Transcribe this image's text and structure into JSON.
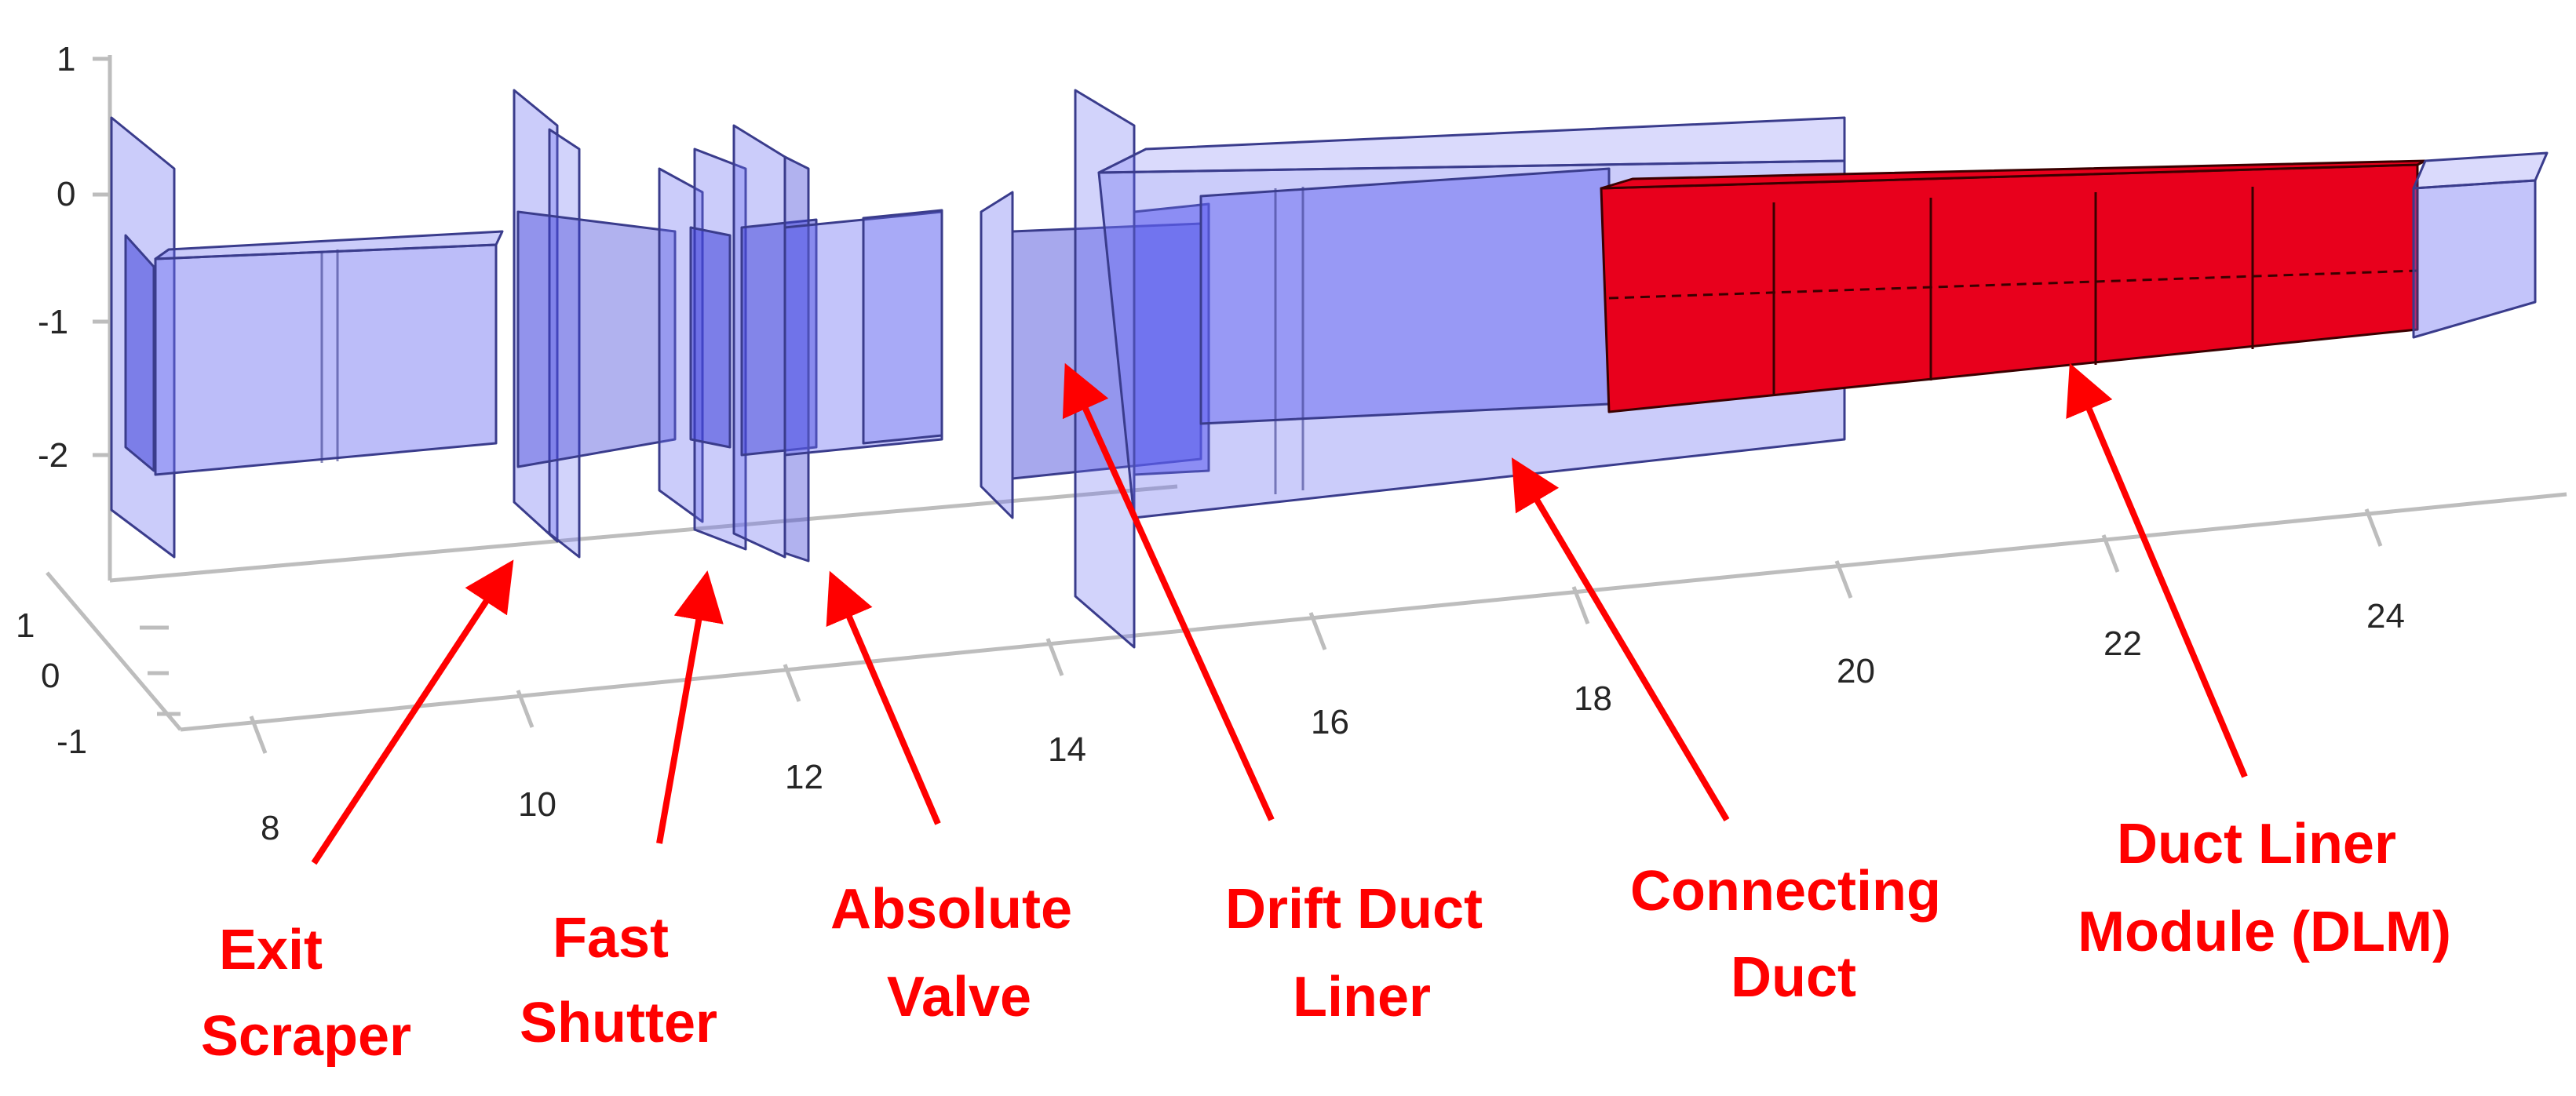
{
  "axes": {
    "z_ticks": [
      "1",
      "0",
      "-1",
      "-2"
    ],
    "y_ticks": [
      "1",
      "0",
      "-1"
    ],
    "x_ticks": [
      "8",
      "10",
      "12",
      "14",
      "16",
      "18",
      "20",
      "22",
      "24"
    ]
  },
  "labels": [
    {
      "id": "exit-scraper",
      "lines": [
        "Exit",
        "Scraper"
      ]
    },
    {
      "id": "fast-shutter",
      "lines": [
        "Fast",
        "Shutter"
      ]
    },
    {
      "id": "absolute-valve",
      "lines": [
        "Absolute",
        "Valve"
      ]
    },
    {
      "id": "drift-duct-liner",
      "lines": [
        "Drift Duct",
        "Liner"
      ]
    },
    {
      "id": "connecting-duct",
      "lines": [
        "Connecting",
        "Duct"
      ]
    },
    {
      "id": "duct-liner-module",
      "lines": [
        "Duct Liner",
        "Module (DLM)"
      ]
    }
  ],
  "colors": {
    "component_fill": "#6a6cf2",
    "component_edge": "#3a3c8c",
    "dlm_fill": "#e8001c",
    "callout": "#ff0000",
    "axis": "#bdbdbd"
  }
}
